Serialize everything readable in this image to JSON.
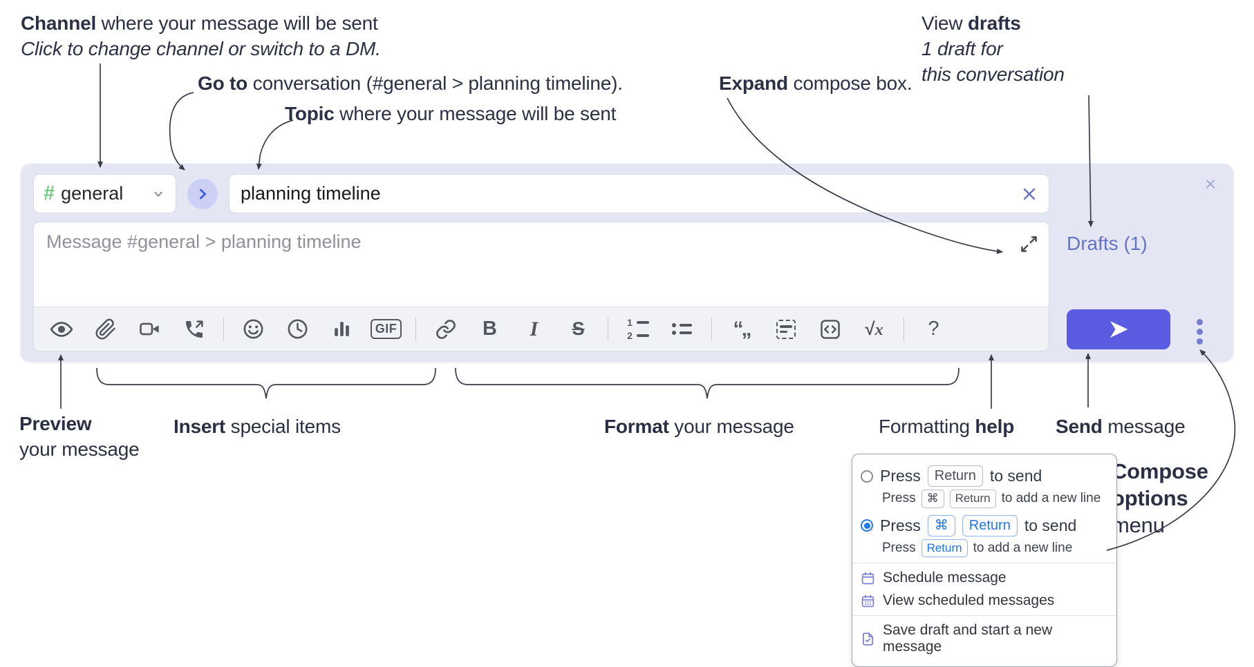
{
  "annotations": {
    "channel": {
      "bold": "Channel",
      "rest": " where your message will be sent",
      "line2": "Click to change channel or switch to a DM."
    },
    "go_to": {
      "bold": "Go to",
      "rest": " conversation (#general > planning timeline)."
    },
    "topic": {
      "bold": "Topic",
      "rest": " where your message will be sent"
    },
    "expand": {
      "bold": "Expand",
      "rest": " compose box."
    },
    "view_drafts": {
      "pre": "View ",
      "bold": "drafts",
      "line2": "1 draft for",
      "line3": "this conversation"
    },
    "preview": {
      "bold": "Preview",
      "line2": "your message"
    },
    "insert": {
      "bold": "Insert",
      "rest": " special items"
    },
    "format": {
      "bold": "Format",
      "rest": " your message"
    },
    "formatting_help": {
      "pre": "Formatting ",
      "bold": "help"
    },
    "send": {
      "bold": "Send",
      "rest": " message"
    },
    "compose_options": {
      "line1": "Compose",
      "line2": "options",
      "line3": "menu"
    }
  },
  "compose": {
    "channel_hash": "#",
    "channel_name": "general",
    "topic_value": "planning timeline",
    "message_placeholder": "Message #general > planning timeline",
    "drafts_link": "Drafts (1)",
    "toolbar_labels": {
      "gif": "GIF",
      "bold": "B",
      "italic": "I",
      "strike": "S",
      "quote": "“„",
      "radical": "√",
      "math_var": "x",
      "help": "?"
    }
  },
  "popup": {
    "option1": {
      "press": "Press",
      "key": "Return",
      "suffix": "to send",
      "sub_press": "Press",
      "sub_key1": "⌘",
      "sub_key2": "Return",
      "sub_suffix": "to add a new line"
    },
    "option2": {
      "press": "Press",
      "key1": "⌘",
      "key2": "Return",
      "suffix": "to send",
      "sub_press": "Press",
      "sub_key": "Return",
      "sub_suffix": "to add a new line"
    },
    "items": {
      "schedule": "Schedule message",
      "view_scheduled": "View scheduled messages",
      "save_draft": "Save draft and start a new message"
    }
  },
  "colors": {
    "compose_bg": "#e4e6f4",
    "send_button": "#5a5be0",
    "hash_green": "#76c983",
    "purple_link": "#6673c4",
    "radio_blue": "#1f7ce8"
  }
}
